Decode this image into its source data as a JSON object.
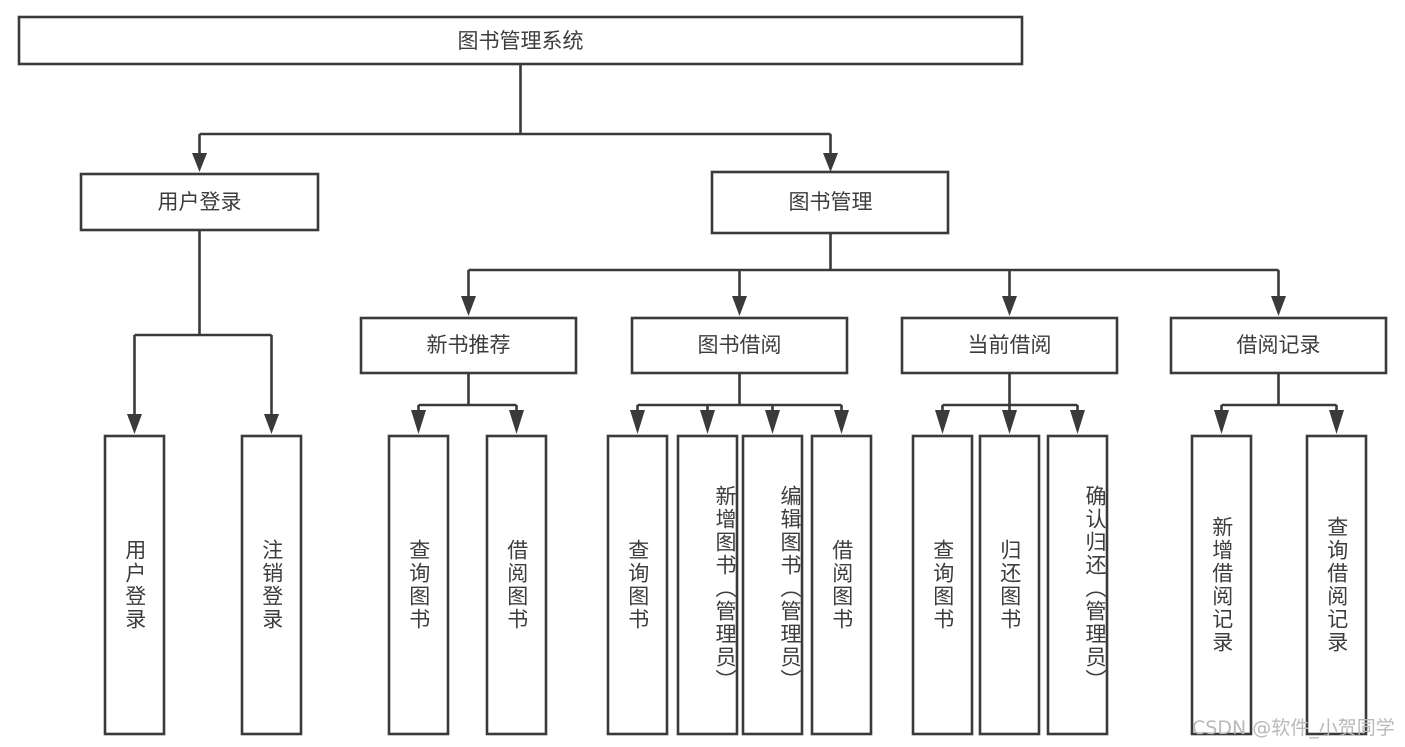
{
  "diagram": {
    "type": "tree-hierarchy",
    "title": "图书管理系统",
    "root": {
      "label": "图书管理系统",
      "orientation": "horizontal"
    },
    "level1": [
      {
        "label": "用户登录",
        "orientation": "horizontal"
      },
      {
        "label": "图书管理",
        "orientation": "horizontal"
      }
    ],
    "level2": [
      {
        "label": "新书推荐",
        "orientation": "horizontal",
        "parent": "图书管理"
      },
      {
        "label": "图书借阅",
        "orientation": "horizontal",
        "parent": "图书管理"
      },
      {
        "label": "当前借阅",
        "orientation": "horizontal",
        "parent": "图书管理"
      },
      {
        "label": "借阅记录",
        "orientation": "horizontal",
        "parent": "图书管理"
      }
    ],
    "leaves": {
      "user_login": [
        {
          "label": "用户登录",
          "orientation": "vertical"
        },
        {
          "label": "注销登录",
          "orientation": "vertical"
        }
      ],
      "new_book_recommend": [
        {
          "label": "查询图书",
          "orientation": "vertical"
        },
        {
          "label": "借阅图书",
          "orientation": "vertical"
        }
      ],
      "book_borrow": [
        {
          "label": "查询图书",
          "orientation": "vertical"
        },
        {
          "label": "新增图书（管理员）",
          "orientation": "vertical"
        },
        {
          "label": "编辑图书（管理员）",
          "orientation": "vertical"
        },
        {
          "label": "借阅图书",
          "orientation": "vertical"
        }
      ],
      "current_borrow": [
        {
          "label": "查询图书",
          "orientation": "vertical"
        },
        {
          "label": "归还图书",
          "orientation": "vertical"
        },
        {
          "label": "确认归还（管理员）",
          "orientation": "vertical"
        }
      ],
      "borrow_record": [
        {
          "label": "新增借阅记录",
          "orientation": "vertical"
        },
        {
          "label": "查询借阅记录",
          "orientation": "vertical"
        }
      ]
    },
    "colors": {
      "box_stroke": "#3a3a3a",
      "box_fill": "#ffffff",
      "text": "#3d3d3d",
      "connector": "#3a3a3a",
      "background": "#ffffff",
      "watermark": "#b9b9b9"
    }
  },
  "watermark": {
    "text": "CSDN @软件_小贺同学"
  }
}
